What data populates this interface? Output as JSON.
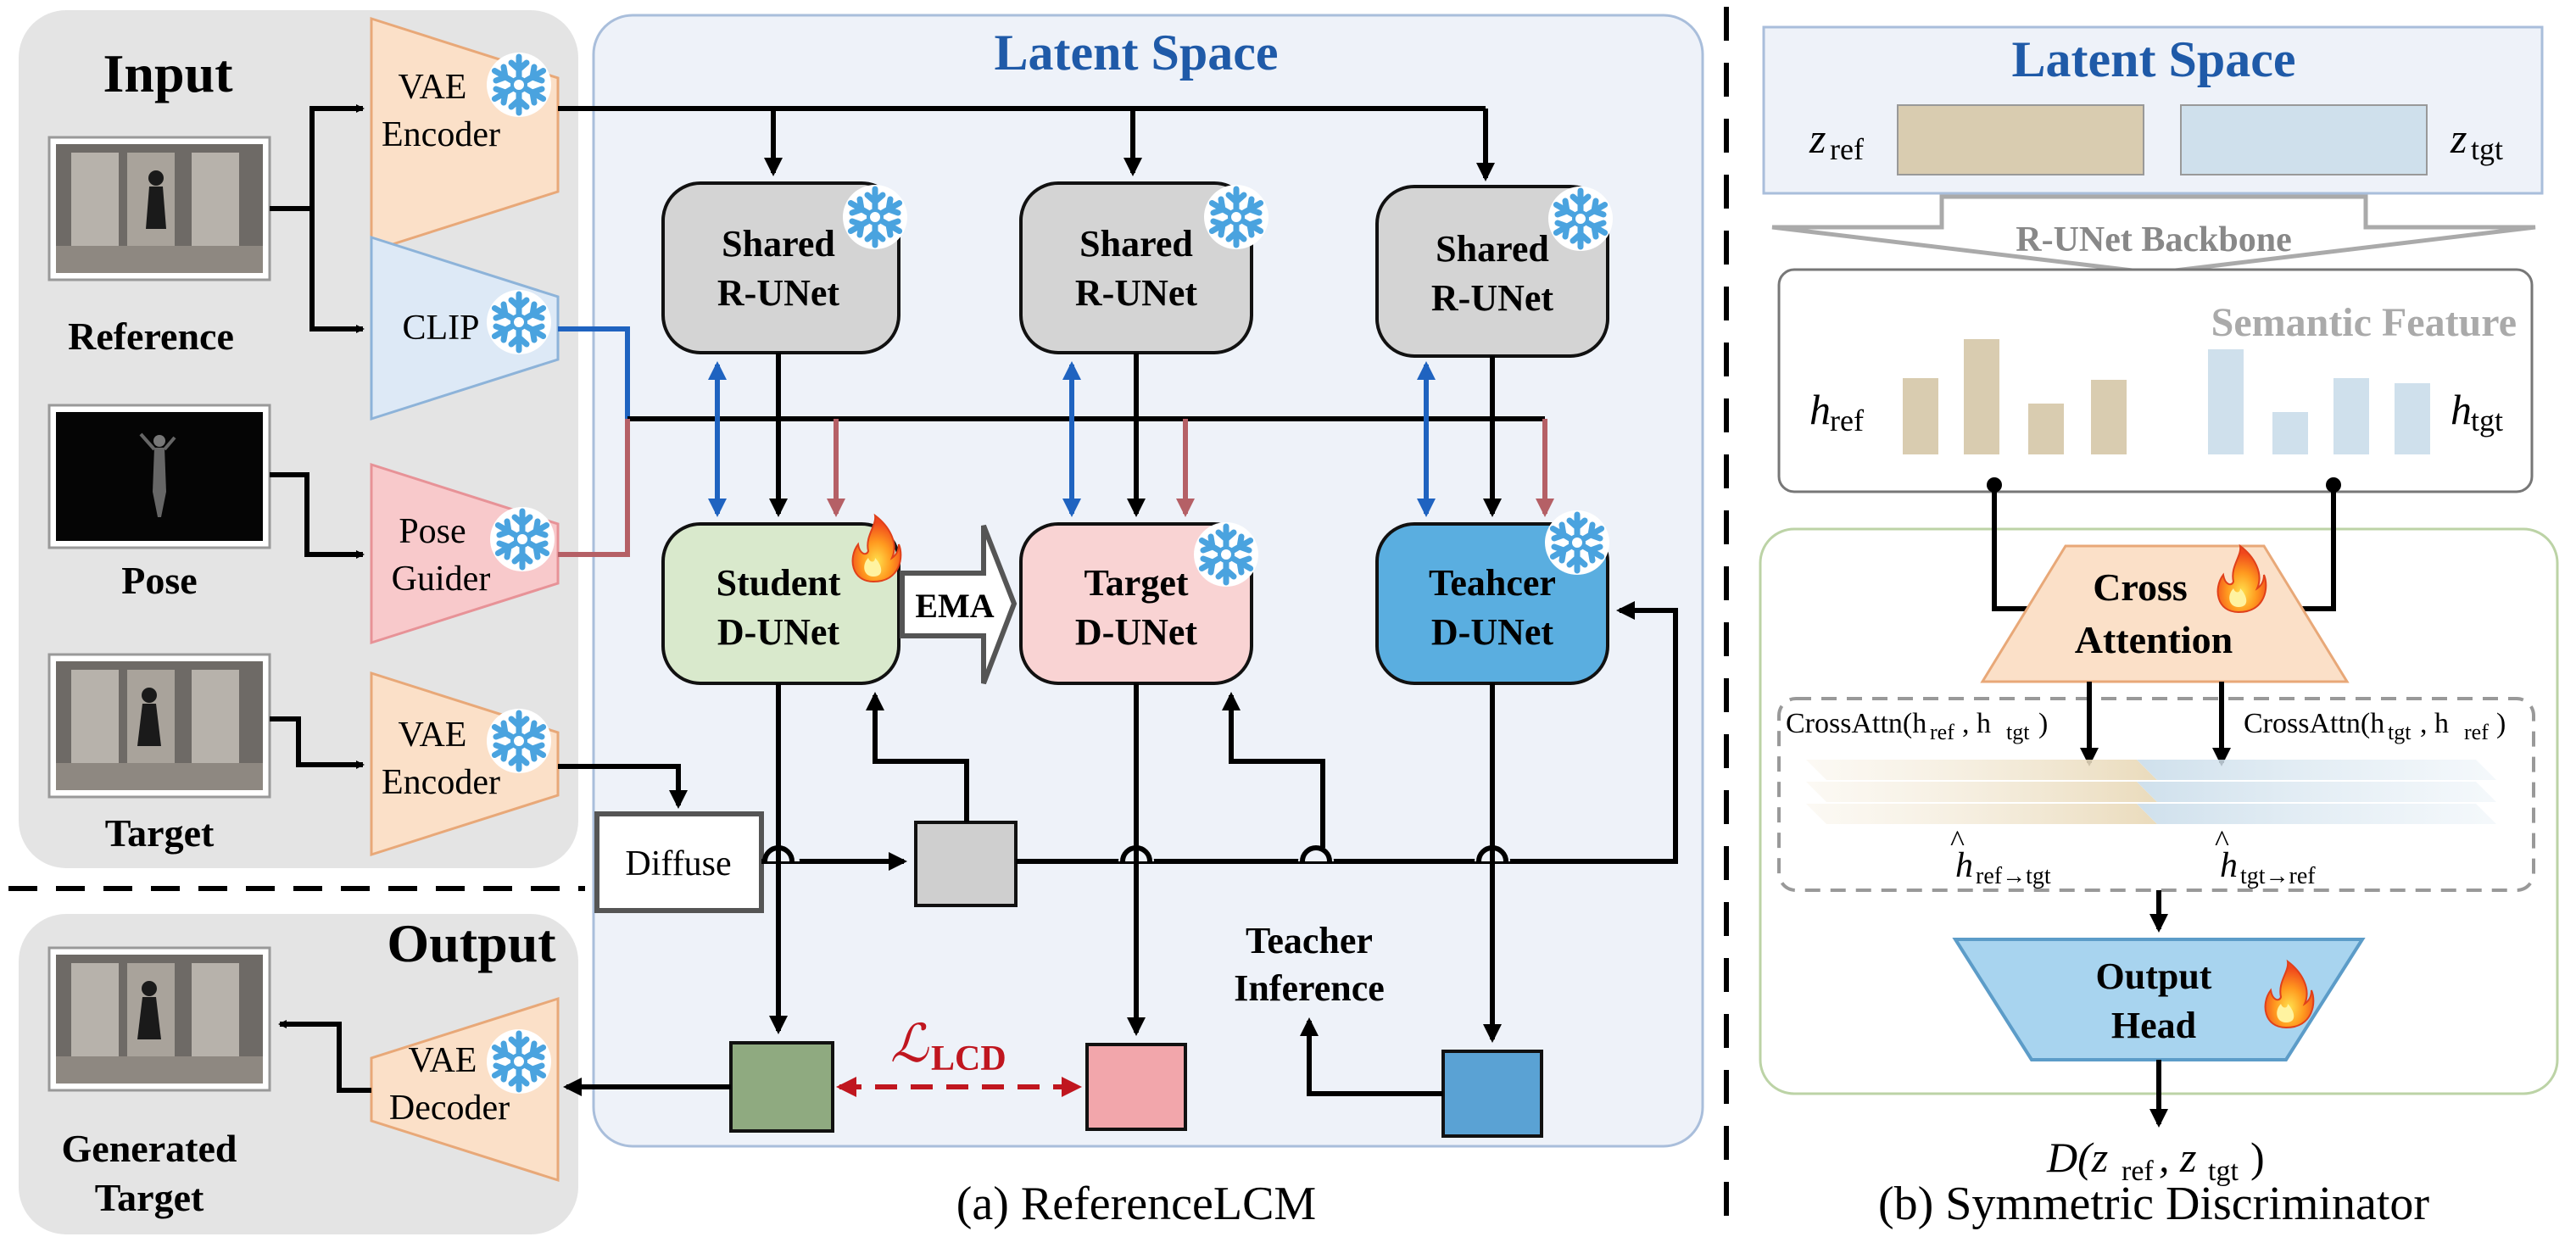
{
  "input_panel": {
    "title": "Input",
    "reference_label": "Reference",
    "pose_label": "Pose",
    "target_label": "Target",
    "vae_encoder_1": [
      "VAE",
      "Encoder"
    ],
    "clip": "CLIP",
    "pose_guider": [
      "Pose",
      "Guider"
    ],
    "vae_encoder_2": [
      "VAE",
      "Encoder"
    ]
  },
  "output_panel": {
    "title": "Output",
    "generated_label": [
      "Generated",
      "Target"
    ],
    "vae_decoder": [
      "VAE",
      "Decoder"
    ]
  },
  "latent_panel": {
    "title": "Latent Space",
    "shared_runet": [
      "Shared",
      "R-UNet"
    ],
    "student": [
      "Student",
      "D-UNet"
    ],
    "target_dunet": [
      "Target",
      "D-UNet"
    ],
    "teacher": [
      "Teahcer",
      "D-UNet"
    ],
    "ema": "EMA",
    "diffuse": "Diffuse",
    "teacher_inference": [
      "Teacher",
      "Inference"
    ],
    "loss_symbol": "ℒ",
    "loss_subscript": "LCD"
  },
  "caption_a": "(a) ReferenceLCM",
  "discriminator": {
    "latent_title": "Latent Space",
    "z_ref": "z",
    "z_ref_sub": "ref",
    "z_tgt": "z",
    "z_tgt_sub": "tgt",
    "backbone": "R-UNet Backbone",
    "semantic_feature": "Semantic Feature",
    "h_ref": "h",
    "h_ref_sub": "ref",
    "h_tgt": "h",
    "h_tgt_sub": "tgt",
    "cross_attention": [
      "Cross",
      "Attention"
    ],
    "crossattn_left": "CrossAttn(h",
    "crossattn_left_a": "ref",
    "crossattn_left_b": ", h",
    "crossattn_left_c": "tgt",
    "crossattn_right": "CrossAttn(h",
    "crossattn_right_a": "tgt",
    "crossattn_right_b": ", h",
    "crossattn_right_c": "ref",
    "hhat_left": "h",
    "hhat_left_sub": "ref→tgt",
    "hhat_right": "h",
    "hhat_right_sub": "tgt→ref",
    "output_head": [
      "Output",
      "Head"
    ],
    "d_expr_a": "D(z",
    "d_expr_b": "ref",
    "d_expr_c": ", z",
    "d_expr_d": "tgt",
    "d_expr_e": ")"
  },
  "caption_b": "(b) Symmetric Discriminator",
  "colors": {
    "vae": "#fbe0c8",
    "clip": "#dde9f6",
    "pose_guider": "#f8c9cb",
    "shared": "#d4d4d4",
    "student": "#d9e9cc",
    "target": "#f9d3d3",
    "teacher": "#5aaee0",
    "loss": "#c0161f",
    "blue_arrow": "#1f63c0",
    "red_arrow": "#b56066"
  }
}
